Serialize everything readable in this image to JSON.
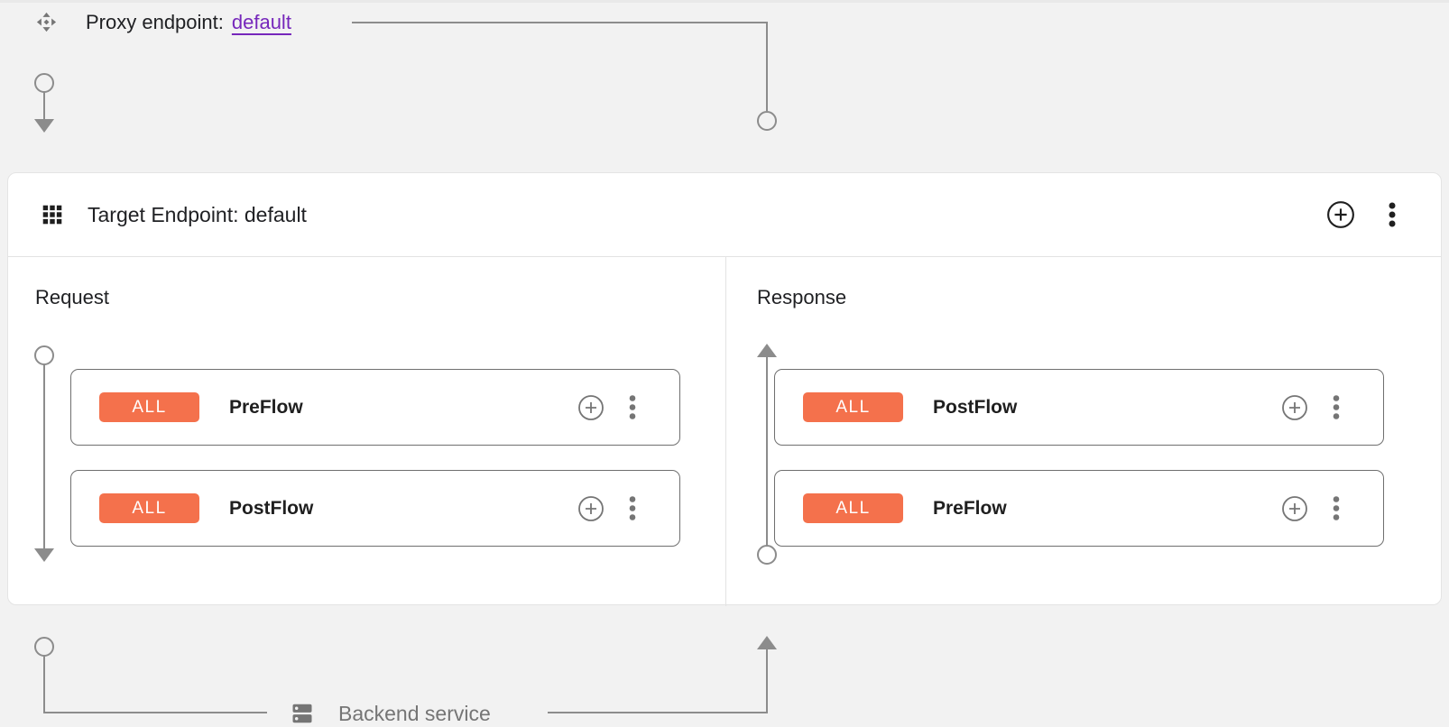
{
  "proxy_endpoint": {
    "label": "Proxy endpoint:",
    "link_text": "default"
  },
  "target_panel": {
    "title": "Target Endpoint: default",
    "columns": {
      "request": {
        "label": "Request",
        "flows": [
          {
            "badge": "ALL",
            "name": "PreFlow"
          },
          {
            "badge": "ALL",
            "name": "PostFlow"
          }
        ]
      },
      "response": {
        "label": "Response",
        "flows": [
          {
            "badge": "ALL",
            "name": "PostFlow"
          },
          {
            "badge": "ALL",
            "name": "PreFlow"
          }
        ]
      }
    }
  },
  "backend": {
    "label": "Backend service"
  },
  "icons": {
    "proxy_move": "move-icon",
    "panel_grid": "grid-icon",
    "add": "add-circle-icon",
    "menu": "kebab-menu-icon",
    "backend": "server-icon"
  },
  "colors": {
    "badge_orange": "#f4714c",
    "link_purple": "#7627bb",
    "connector_gray": "#8c8c8c",
    "icon_gray": "#757575",
    "text_dark": "#202124",
    "page_background": "#f2f2f2"
  }
}
